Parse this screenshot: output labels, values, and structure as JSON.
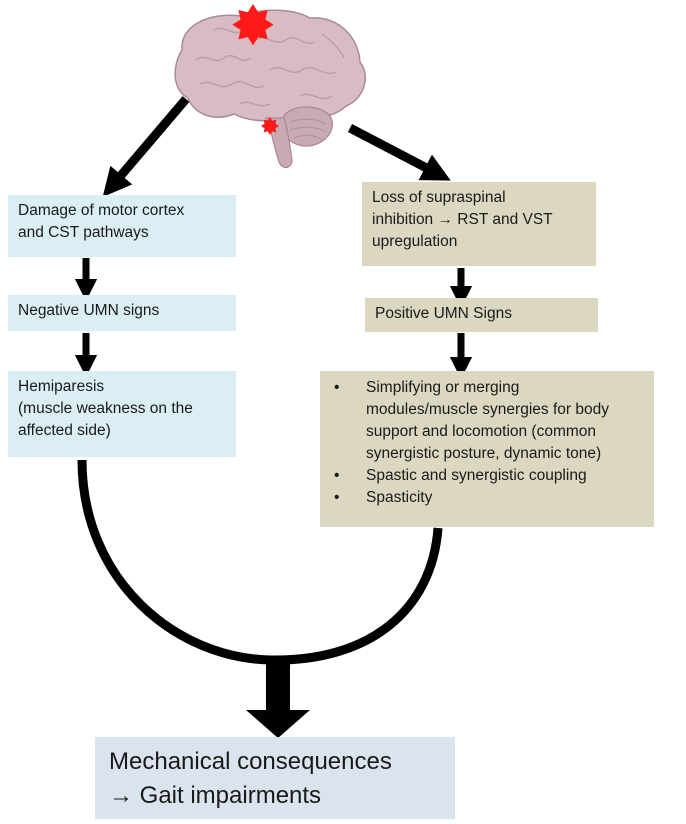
{
  "left_column": {
    "box1": {
      "line1": "Damage of motor cortex",
      "line2": "and CST pathways"
    },
    "box2": "Negative UMN signs",
    "box3": {
      "line1": "Hemiparesis",
      "line2": "(muscle weakness on the",
      "line3": "affected side)"
    }
  },
  "right_column": {
    "box1": {
      "line1": "Loss of supraspinal",
      "line2": "inhibition → RST and VST",
      "line3": "upregulation"
    },
    "box2": "Positive UMN Signs",
    "box3": {
      "items": [
        {
          "lines": [
            "Simplifying or merging",
            "modules/muscle synergies for body",
            "support and locomotion (common",
            "synergistic posture, dynamic tone)"
          ]
        },
        {
          "lines": [
            "Spastic and synergistic coupling"
          ]
        },
        {
          "lines": [
            "Spasticity"
          ]
        }
      ]
    }
  },
  "outcome": {
    "line1": "Mechanical consequences",
    "line2": "→ Gait impairments"
  },
  "colors": {
    "blue_box": "#daeef3",
    "tan_box": "#dcd7c0",
    "outcome_box": "#dbe3ee",
    "lesion_star": "#ff1a1a",
    "brain": "#d9bcc3"
  },
  "icons": [
    "brain-illustration",
    "lesion-star-icon"
  ]
}
